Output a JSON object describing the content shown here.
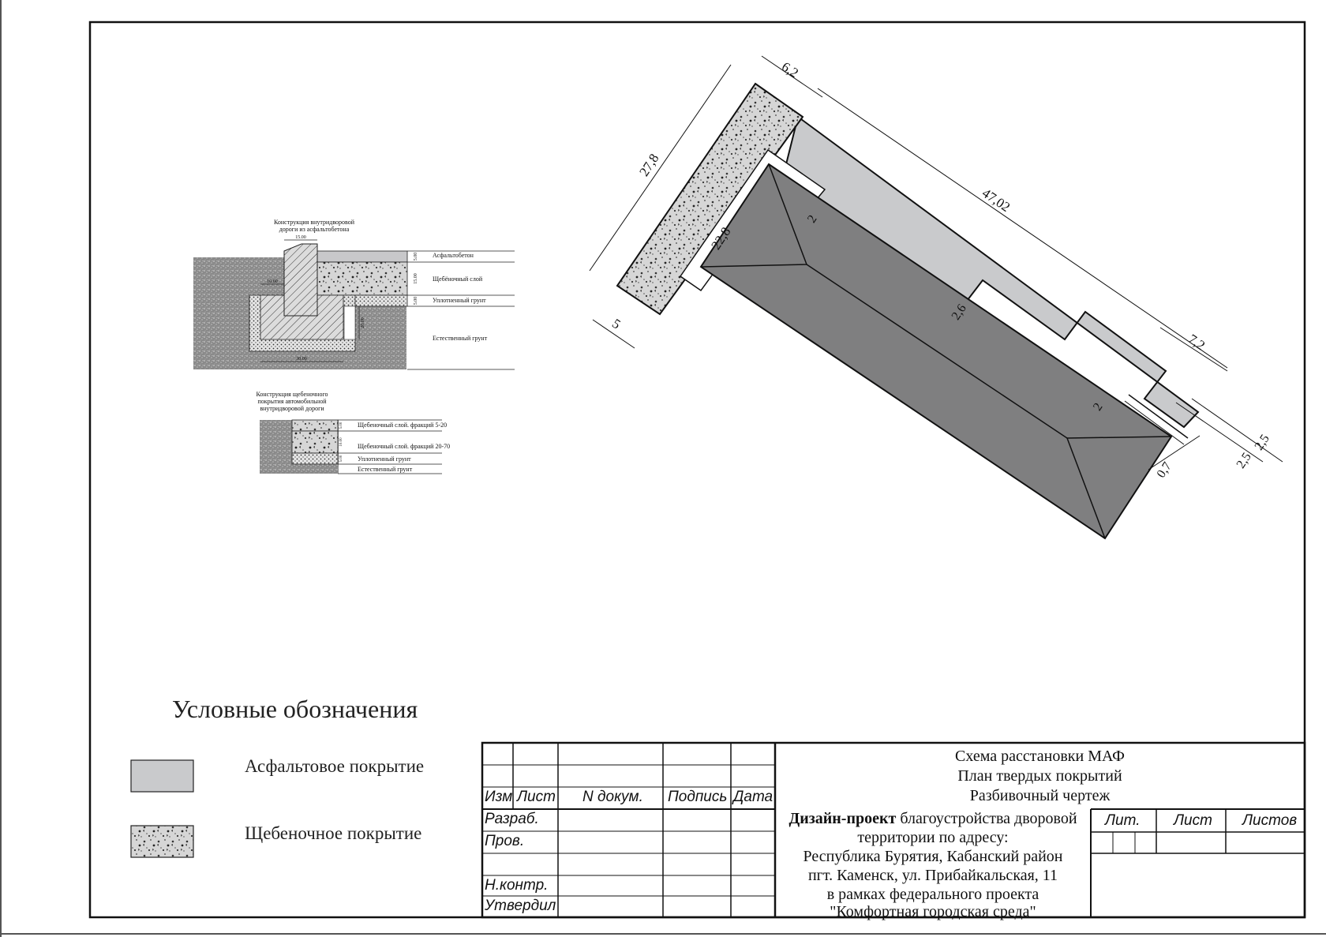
{
  "detail_1": {
    "title_line1": "Конструкция внутридворовой",
    "title_line2": "дороги из асфальтобетона",
    "dims": [
      "15.00",
      "10.00",
      "30.00",
      "20.00",
      "5.00",
      "15.00",
      "5.00"
    ],
    "layers": [
      "Асфальтобетон",
      "Щебёночный слой",
      "Уплотненный грунт",
      "Естественный грунт"
    ]
  },
  "detail_2": {
    "title_line1": "Конструкция щебеночного",
    "title_line2": "покрытия автомобильной",
    "title_line3": "внутридворовой дороги",
    "dims": [
      "5.00",
      "10.00",
      "5.00"
    ],
    "layers": [
      "Щебеночный слой. фракций 5-20",
      "Щебеночный слой. фракций 20-70",
      "Уплотненный грунт",
      "Естественный грунт"
    ]
  },
  "plan": {
    "dims": {
      "gravel_length": "27,8",
      "gravel_width_top": "6,2",
      "gravel_width_bottom": "5",
      "building_side": "22,8",
      "asphalt_length": "47,02",
      "gap_1": "2",
      "gap_2": "2,6",
      "gap_3": "2",
      "asphalt_end": "7,2",
      "strip_1": "0,7",
      "strip_2": "2,5",
      "strip_3": "2,5"
    }
  },
  "legend": {
    "title": "Условные обозначения",
    "items": [
      {
        "label": "Асфальтовое покрытие",
        "color": "#c9cacc"
      },
      {
        "label": "Щебеночное покрытие",
        "color": "#d2d2d2"
      }
    ]
  },
  "title_block": {
    "headers": [
      "Изм",
      "Лист",
      "N докум.",
      "Подпись",
      "Дата"
    ],
    "roles": [
      "Разраб.",
      "Пров.",
      "Н.контр.",
      "Утвердил"
    ],
    "sheet_title_1": "Схема расстановки МАФ",
    "sheet_title_2": "План твердых покрытий",
    "sheet_title_3": "Разбивочный чертеж",
    "project_bold": "Дизайн-проект",
    "project_rest": " благоустройства дворовой",
    "project_line2": "территории по адресу:",
    "project_line3": "Республика Бурятия, Кабанский район",
    "project_line4": "пгт. Каменск, ул. Прибайкальская, 11",
    "project_line5": "в рамках федерального проекта",
    "project_line6": "\"Комфортная городская среда\"",
    "lit": "Лит.",
    "list": "Лист",
    "listov": "Листов"
  },
  "colors": {
    "asphalt": "#c9cacc",
    "building": "#7f7f80",
    "gravel": "#d4d4d4"
  }
}
